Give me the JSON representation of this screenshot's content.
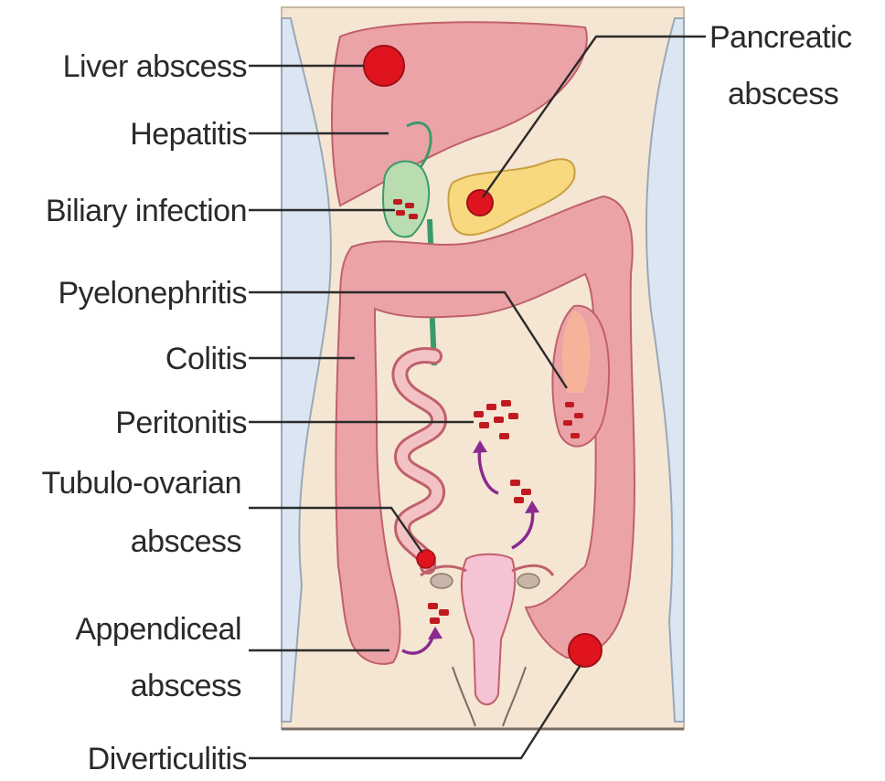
{
  "labels": {
    "liver_abscess": "Liver abscess",
    "hepatitis": "Hepatitis",
    "biliary_infection": "Biliary infection",
    "pyelonephritis": "Pyelonephritis",
    "colitis": "Colitis",
    "peritonitis": "Peritonitis",
    "tubulo_ovarian_line1": "Tubulo-ovarian",
    "tubulo_ovarian_line2": "abscess",
    "appendiceal_line1": "Appendiceal",
    "appendiceal_line2": "abscess",
    "diverticulitis": "Diverticulitis",
    "pancreatic_line1": "Pancreatic",
    "pancreatic_line2": "abscess"
  },
  "colors": {
    "background_panel": "#f5e6d3",
    "liver": "#eba3a8",
    "colon": "#eba3a8",
    "organ_outline": "#c0606a",
    "abscess_red": "#e0141e",
    "gallbladder": "#b9dcb0",
    "bile_duct": "#3c9a6a",
    "pancreas": "#f8d980",
    "kidney": "#f7b39a",
    "uterus": "#f6c3d4",
    "ovary": "#c8b4a8",
    "arrow_purple": "#8a2a90",
    "flank_blue": "#dbe6f2"
  }
}
